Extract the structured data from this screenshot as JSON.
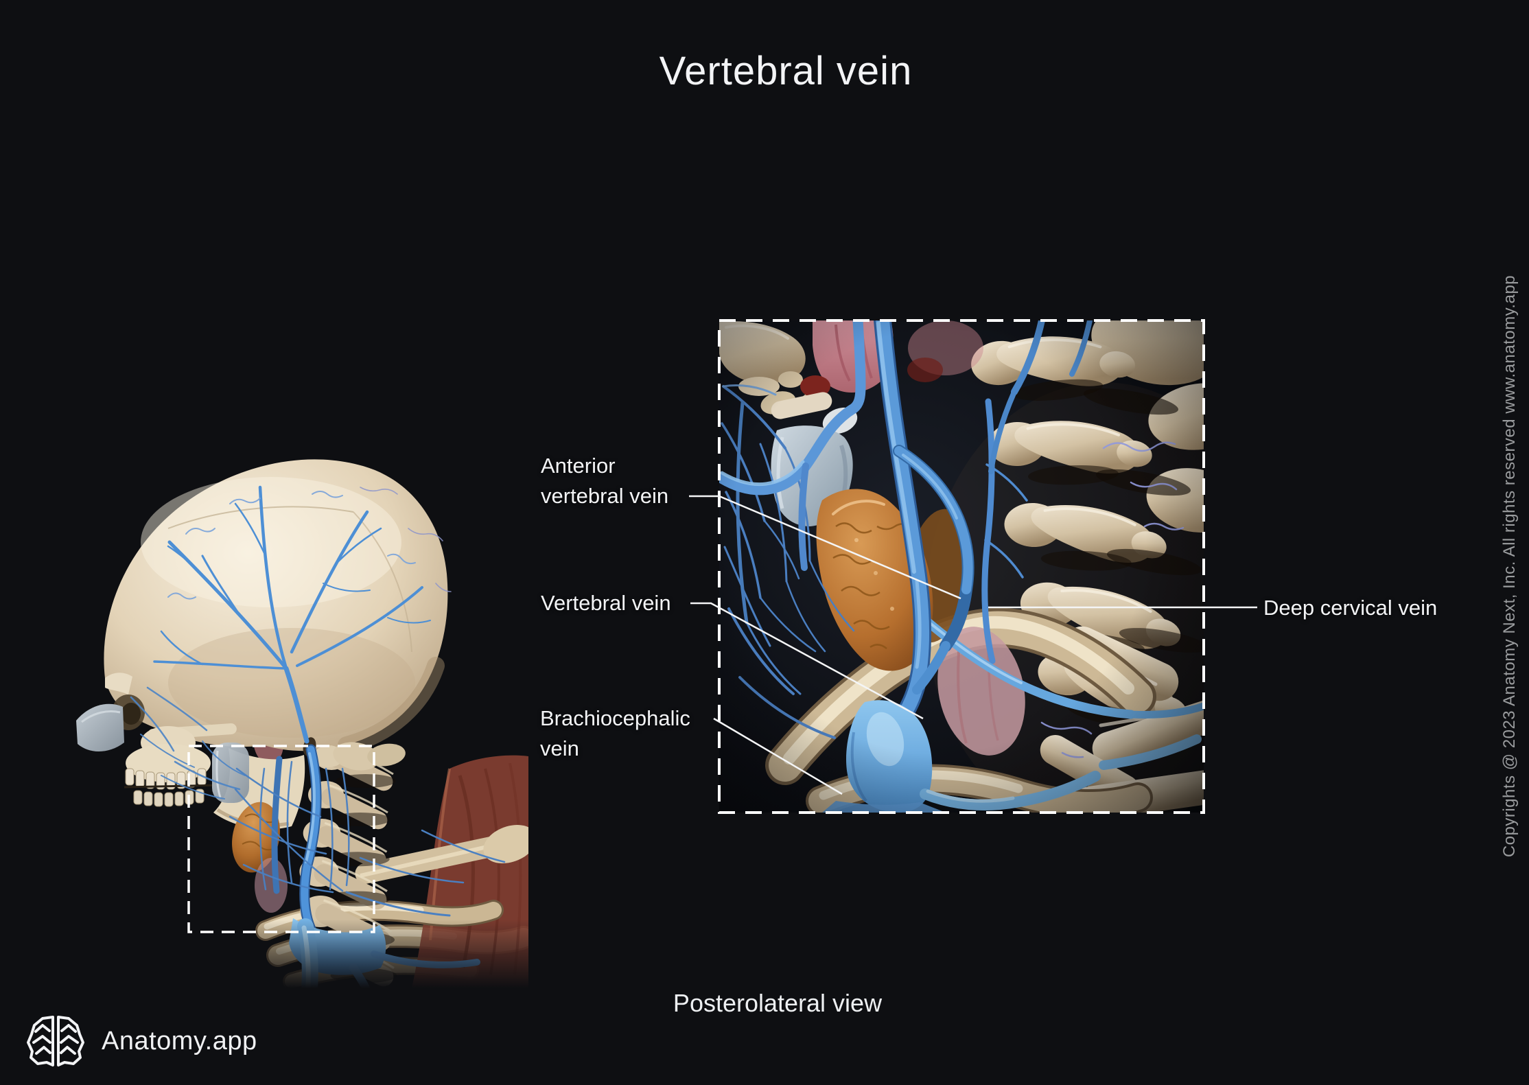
{
  "title": "Vertebral vein",
  "caption": "Posterolateral view",
  "labels": [
    {
      "id": "anterior-vertebral-vein",
      "lines": [
        "Anterior",
        "vertebral vein"
      ]
    },
    {
      "id": "vertebral-vein",
      "lines": [
        "Vertebral vein"
      ]
    },
    {
      "id": "brachiocephalic-vein",
      "lines": [
        "Brachiocephalic",
        "vein"
      ]
    },
    {
      "id": "deep-cervical-vein",
      "lines": [
        "Deep cervical vein"
      ]
    }
  ],
  "branding": {
    "logo_text": "Anatomy.app",
    "logo_icon": "brain-logo-icon"
  },
  "copyright": "Copyrights @ 2023 Anatomy Next, Inc. All rights reserved www.anatomy.app",
  "colors": {
    "background": "#0e0f12",
    "text_primary": "#f3f4f6",
    "text_muted": "#9a9c9e",
    "leader_line": "#f4f5f6",
    "dashed_border": "#ffffff",
    "vein_blue": "#4f93da",
    "vein_light_blue": "#8ec6ee",
    "bone": "#d9c9ad",
    "thyroid_orange": "#b96f33",
    "muscle_red": "#8a4233",
    "cartilage_gray": "#aebcc6"
  }
}
